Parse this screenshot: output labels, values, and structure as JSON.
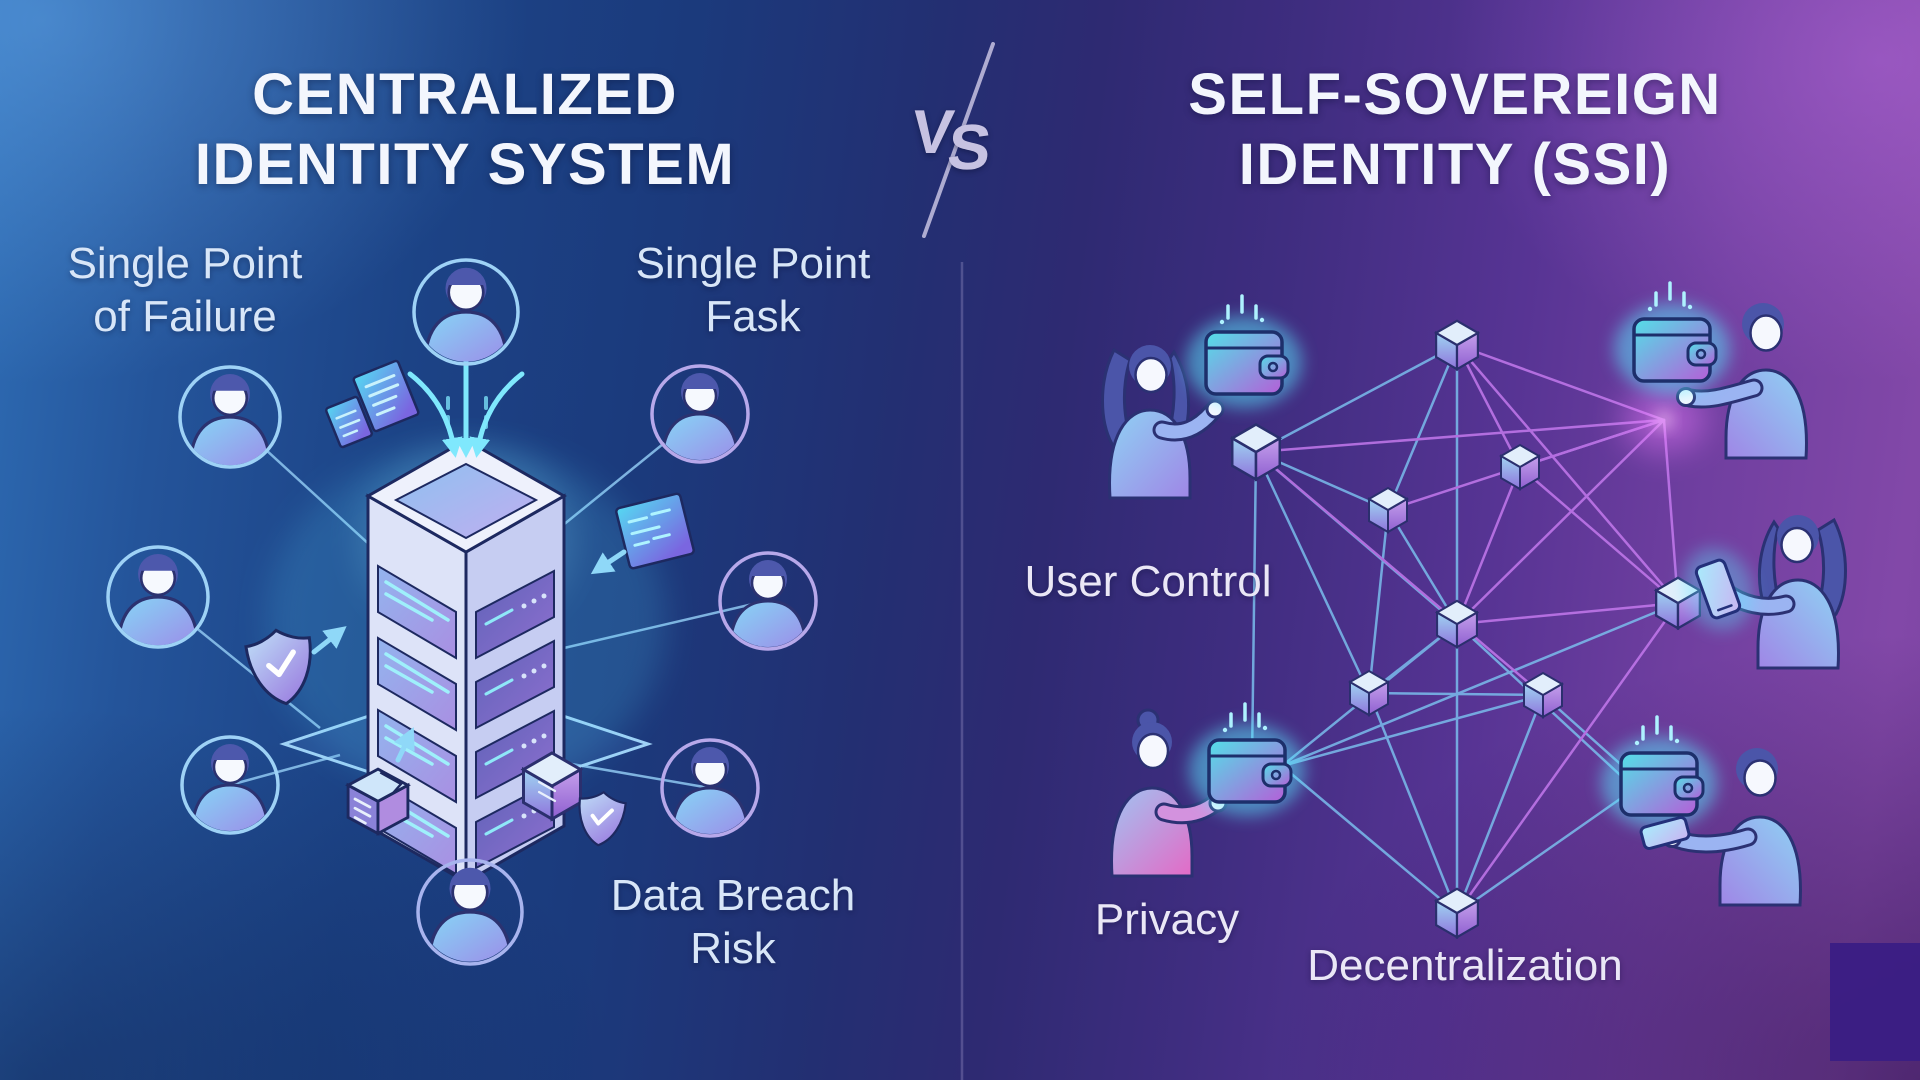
{
  "titles": {
    "left_line1": "CENTRALIZED",
    "left_line2": "IDENTITY SYSTEM",
    "right_line1": "SELF-SOVEREIGN",
    "right_line2": "IDENTITY (SSI)",
    "versus": {
      "v": "V",
      "s": "S"
    }
  },
  "left_panel": {
    "labels": {
      "single_point_failure_line1": "Single Point",
      "single_point_failure_line2": "of Failure",
      "single_point_fask_line1": "Single Point",
      "single_point_fask_line2": "Fask",
      "data_breach_line1": "Data Breach",
      "data_breach_line2": "Risk"
    },
    "illustrations": [
      "central-server",
      "user-avatar-x8",
      "hub-spoke-lines",
      "document-cards",
      "data-card",
      "shield-check",
      "package-box",
      "shield-check-small",
      "down-arrows"
    ]
  },
  "right_panel": {
    "labels": {
      "user_control": "User Control",
      "privacy": "Privacy",
      "decentralization": "Decentralization"
    },
    "illustrations": [
      "blockchain-cube-x9",
      "mesh-network-lines",
      "wallet-x4",
      "person-x5",
      "smartphone-x2",
      "glow-node"
    ]
  },
  "colors": {
    "bg_left_blue": "#1b3a7c",
    "bg_right_purple": "#7d44a3",
    "accent_cyan": "#7fe8fd",
    "accent_magenta": "#c77bf0",
    "line_blue": "#8cc4ee",
    "ring_blue": "#9ed2f6",
    "ring_violet": "#b7a8ea",
    "title_text": "#f3f6fd",
    "label_text": "#d8e6f8",
    "vs_text": "#c7c2e2",
    "corner_rectangle": "#3a1d84"
  }
}
